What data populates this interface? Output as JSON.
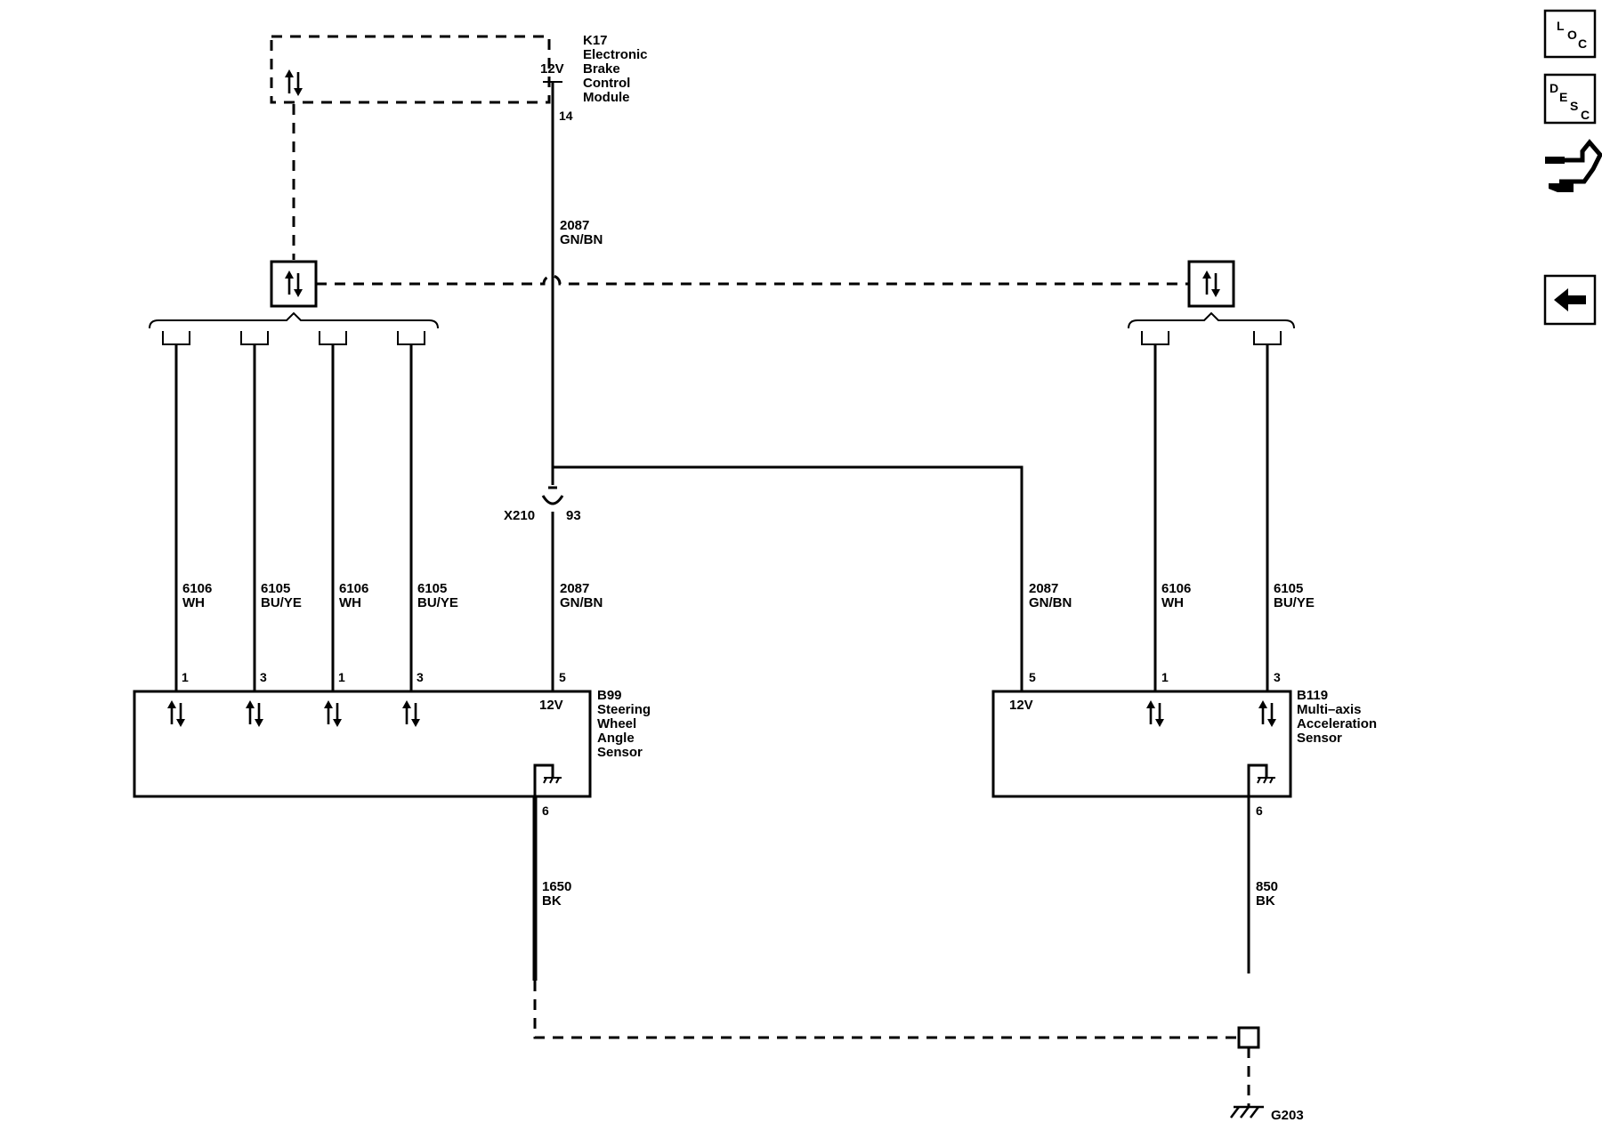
{
  "modules": {
    "k17": {
      "id": "K17",
      "lines": [
        "Electronic",
        "Brake",
        "Control",
        "Module"
      ],
      "supply": "12V",
      "pin": "14"
    },
    "b99": {
      "id": "B99",
      "lines": [
        "Steering",
        "Wheel",
        "Angle",
        "Sensor"
      ],
      "supply": "12V",
      "pins": [
        "1",
        "3",
        "1",
        "3",
        "5",
        "6"
      ]
    },
    "b119": {
      "id": "B119",
      "lines": [
        "Multi–axis",
        "Acceleration",
        "Sensor"
      ],
      "supply": "12V",
      "pins": [
        "5",
        "1",
        "3",
        "6"
      ]
    }
  },
  "wires": {
    "k17_out": {
      "circuit": "2087",
      "color": "GN/BN"
    },
    "b99_w1": {
      "circuit": "6106",
      "color": "WH"
    },
    "b99_w2": {
      "circuit": "6105",
      "color": "BU/YE"
    },
    "b99_w3": {
      "circuit": "6106",
      "color": "WH"
    },
    "b99_w4": {
      "circuit": "6105",
      "color": "BU/YE"
    },
    "b99_w5": {
      "circuit": "2087",
      "color": "GN/BN"
    },
    "b119_w5": {
      "circuit": "2087",
      "color": "GN/BN"
    },
    "b119_w1": {
      "circuit": "6106",
      "color": "WH"
    },
    "b119_w3": {
      "circuit": "6105",
      "color": "BU/YE"
    },
    "b99_gnd": {
      "circuit": "1650",
      "color": "BK"
    },
    "b119_gnd": {
      "circuit": "850",
      "color": "BK"
    }
  },
  "connector": {
    "id": "X210",
    "pin": "93"
  },
  "ground": {
    "id": "G203"
  },
  "nav": {
    "loc": {
      "letters": [
        "L",
        "O",
        "C"
      ]
    },
    "desc": {
      "letters": [
        "D",
        "E",
        "S",
        "C"
      ]
    }
  }
}
